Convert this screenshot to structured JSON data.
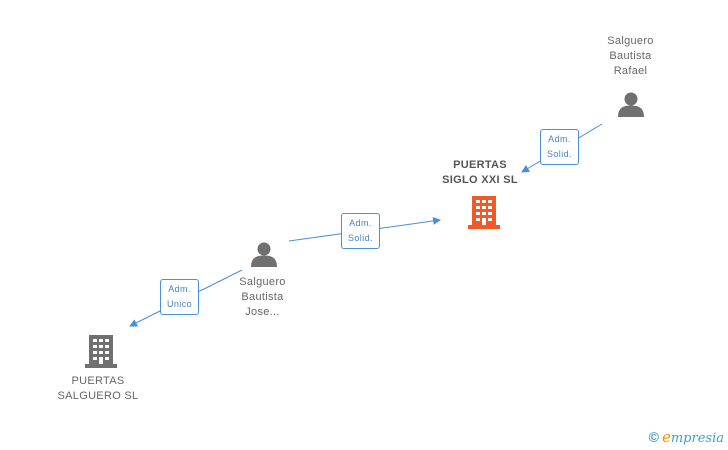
{
  "nodes": {
    "person_rafael": {
      "lines": [
        "Salguero",
        "Bautista",
        "Rafael"
      ],
      "type": "person",
      "color": "#666666"
    },
    "company_siglo": {
      "lines": [
        "PUERTAS",
        "SIGLO XXI SL"
      ],
      "type": "company",
      "color": "#f05a28"
    },
    "person_jose": {
      "lines": [
        "Salguero",
        "Bautista",
        "Jose..."
      ],
      "type": "person",
      "color": "#666666"
    },
    "company_salguero": {
      "lines": [
        "PUERTAS",
        "SALGUERO SL"
      ],
      "type": "company",
      "color": "#666666"
    }
  },
  "edges": {
    "rafael_siglo": {
      "lines": [
        "Adm.",
        "Solid."
      ]
    },
    "jose_siglo": {
      "lines": [
        "Adm.",
        "Solid."
      ]
    },
    "jose_salguero": {
      "lines": [
        "Adm.",
        "Unico"
      ]
    }
  },
  "colors": {
    "edge": "#4a90d9",
    "edge_text": "#4a7fbf"
  },
  "footer": {
    "copyright_symbol": "©",
    "brand_first": "e",
    "brand_rest": "mpresia"
  }
}
